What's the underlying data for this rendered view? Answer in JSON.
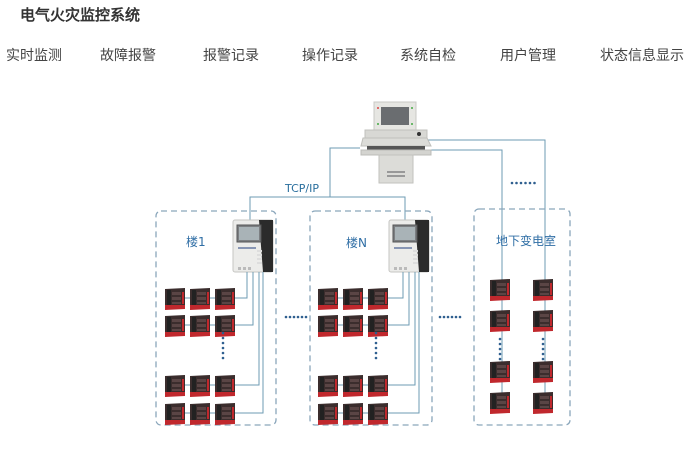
{
  "header": {
    "title": "电气火灾监控系统"
  },
  "nav": {
    "items": [
      {
        "label": "实时监测"
      },
      {
        "label": "故障报警"
      },
      {
        "label": "报警记录"
      },
      {
        "label": "操作记录"
      },
      {
        "label": "系统自检"
      },
      {
        "label": "用户管理"
      },
      {
        "label": "状态信息显示"
      }
    ]
  },
  "diagram": {
    "network_label": "TCP/IP",
    "ellipsis": "……",
    "zones": [
      {
        "label": "楼1"
      },
      {
        "label": "楼N"
      },
      {
        "label": "地下变电室"
      }
    ],
    "colors": {
      "line": "#6e9bb3",
      "dash": "#8aa6bb",
      "label": "#2f6ea5",
      "dots": "#2f5f8f",
      "device_body": "#3a2a2a",
      "device_accent": "#c0282d"
    }
  }
}
